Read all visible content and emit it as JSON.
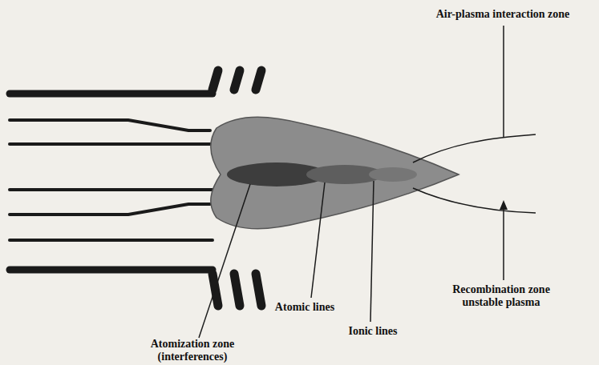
{
  "diagram": {
    "labels": [
      "Air-plasma interaction zone",
      "Atomic lines",
      "Ionic lines",
      "Recombination zone unstable plasma",
      "Atomization zone (interferences)"
    ]
  }
}
